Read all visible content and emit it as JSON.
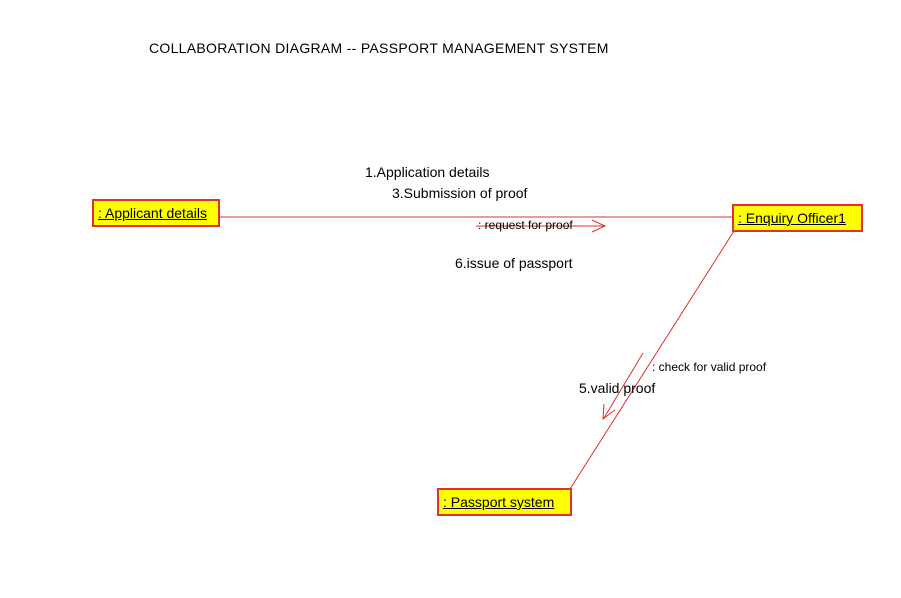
{
  "diagram": {
    "title": "COLLABORATION DIAGRAM -- PASSPORT MANAGEMENT SYSTEM",
    "objects": {
      "applicant": ": Applicant details",
      "enquiry": ": Enquiry Officer1",
      "passport": ": Passport system"
    },
    "messages": {
      "m1": "1.Application details",
      "m3": "3.Submission of proof",
      "m6": "6.issue of passport",
      "m5": "5.valid proof",
      "request": ": request for proof",
      "check": ": check for valid proof"
    },
    "colors": {
      "line": "#e03030",
      "object_fill": "#ffff00",
      "object_border": "#e03030",
      "text": "#000000"
    }
  }
}
